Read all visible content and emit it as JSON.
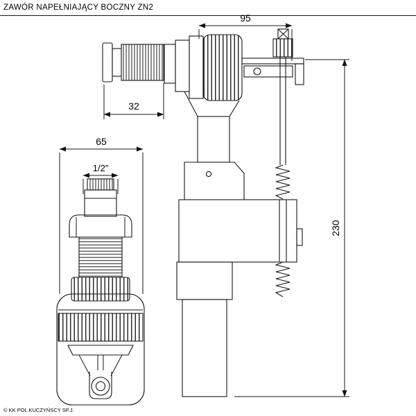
{
  "title": "ZAWÓR NAPEŁNIAJĄCY BOCZNY ZN2",
  "footer": {
    "copyright": "© KK POL KUCZYŃSCY SP.J."
  },
  "diagram": {
    "type": "technical-drawing",
    "subject": "ZN2 side-fill toilet valve, two orthographic views",
    "side_view": {
      "dimensions": {
        "top_width": "95",
        "inlet_length": "32",
        "overall_height": "230"
      }
    },
    "front_view": {
      "dimensions": {
        "body_width": "65",
        "thread_size": "1/2”"
      }
    }
  }
}
